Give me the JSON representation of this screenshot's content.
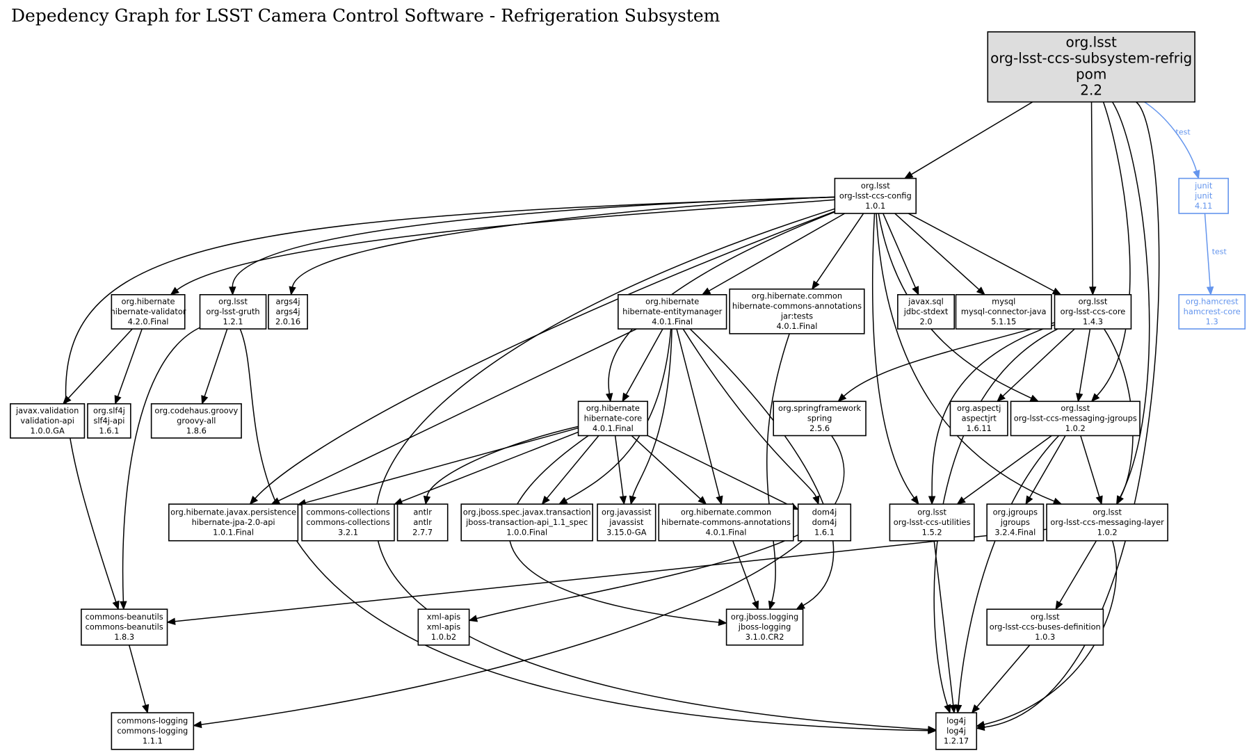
{
  "title": "Depedency Graph for LSST Camera Control Software - Refrigeration Subsystem",
  "colors": {
    "root_fill": "#dddddd",
    "test_scope": "#6495ed",
    "edge": "#000000"
  },
  "nodes": [
    {
      "id": "root",
      "lines": [
        "org.lsst",
        "org-lsst-ccs-subsystem-refrig",
        "pom",
        "2.2"
      ],
      "kind": "root"
    },
    {
      "id": "config",
      "lines": [
        "org.lsst",
        "org-lsst-ccs-config",
        "1.0.1"
      ]
    },
    {
      "id": "junit",
      "lines": [
        "junit",
        "junit",
        "4.11"
      ],
      "kind": "test"
    },
    {
      "id": "hamcrest",
      "lines": [
        "org.hamcrest",
        "hamcrest-core",
        "1.3"
      ],
      "kind": "test"
    },
    {
      "id": "hib-validator",
      "lines": [
        "org.hibernate",
        "hibernate-validator",
        "4.2.0.Final"
      ]
    },
    {
      "id": "gruth",
      "lines": [
        "org.lsst",
        "org-lsst-gruth",
        "1.2.1"
      ]
    },
    {
      "id": "args4j",
      "lines": [
        "args4j",
        "args4j",
        "2.0.16"
      ]
    },
    {
      "id": "hib-em",
      "lines": [
        "org.hibernate",
        "hibernate-entitymanager",
        "4.0.1.Final"
      ]
    },
    {
      "id": "hca-tests",
      "lines": [
        "org.hibernate.common",
        "hibernate-commons-annotations",
        "jar:tests",
        "4.0.1.Final"
      ]
    },
    {
      "id": "jdbc-stdext",
      "lines": [
        "javax.sql",
        "jdbc-stdext",
        "2.0"
      ]
    },
    {
      "id": "mysql",
      "lines": [
        "mysql",
        "mysql-connector-java",
        "5.1.15"
      ]
    },
    {
      "id": "ccs-core",
      "lines": [
        "org.lsst",
        "org-lsst-ccs-core",
        "1.4.3"
      ]
    },
    {
      "id": "validation-api",
      "lines": [
        "javax.validation",
        "validation-api",
        "1.0.0.GA"
      ]
    },
    {
      "id": "slf4j",
      "lines": [
        "org.slf4j",
        "slf4j-api",
        "1.6.1"
      ]
    },
    {
      "id": "groovy",
      "lines": [
        "org.codehaus.groovy",
        "groovy-all",
        "1.8.6"
      ]
    },
    {
      "id": "hib-core",
      "lines": [
        "org.hibernate",
        "hibernate-core",
        "4.0.1.Final"
      ]
    },
    {
      "id": "spring",
      "lines": [
        "org.springframework",
        "spring",
        "2.5.6"
      ]
    },
    {
      "id": "aspectj",
      "lines": [
        "org.aspectj",
        "aspectjrt",
        "1.6.11"
      ]
    },
    {
      "id": "jgroups-msg",
      "lines": [
        "org.lsst",
        "org-lsst-ccs-messaging-jgroups",
        "1.0.2"
      ]
    },
    {
      "id": "jpa",
      "lines": [
        "org.hibernate.javax.persistence",
        "hibernate-jpa-2.0-api",
        "1.0.1.Final"
      ]
    },
    {
      "id": "collections",
      "lines": [
        "commons-collections",
        "commons-collections",
        "3.2.1"
      ]
    },
    {
      "id": "antlr",
      "lines": [
        "antlr",
        "antlr",
        "2.7.7"
      ]
    },
    {
      "id": "jta",
      "lines": [
        "org.jboss.spec.javax.transaction",
        "jboss-transaction-api_1.1_spec",
        "1.0.0.Final"
      ]
    },
    {
      "id": "javassist",
      "lines": [
        "org.javassist",
        "javassist",
        "3.15.0-GA"
      ]
    },
    {
      "id": "hca",
      "lines": [
        "org.hibernate.common",
        "hibernate-commons-annotations",
        "4.0.1.Final"
      ]
    },
    {
      "id": "dom4j",
      "lines": [
        "dom4j",
        "dom4j",
        "1.6.1"
      ]
    },
    {
      "id": "utilities",
      "lines": [
        "org.lsst",
        "org-lsst-ccs-utilities",
        "1.5.2"
      ]
    },
    {
      "id": "jgroups",
      "lines": [
        "org.jgroups",
        "jgroups",
        "3.2.4.Final"
      ]
    },
    {
      "id": "msg-layer",
      "lines": [
        "org.lsst",
        "org-lsst-ccs-messaging-layer",
        "1.0.2"
      ]
    },
    {
      "id": "beanutils",
      "lines": [
        "commons-beanutils",
        "commons-beanutils",
        "1.8.3"
      ]
    },
    {
      "id": "xml-apis",
      "lines": [
        "xml-apis",
        "xml-apis",
        "1.0.b2"
      ]
    },
    {
      "id": "jboss-logging",
      "lines": [
        "org.jboss.logging",
        "jboss-logging",
        "3.1.0.CR2"
      ]
    },
    {
      "id": "buses",
      "lines": [
        "org.lsst",
        "org-lsst-ccs-buses-definition",
        "1.0.3"
      ]
    },
    {
      "id": "commons-logging",
      "lines": [
        "commons-logging",
        "commons-logging",
        "1.1.1"
      ]
    },
    {
      "id": "log4j",
      "lines": [
        "log4j",
        "log4j",
        "1.2.17"
      ]
    }
  ],
  "edges": [
    {
      "from": "root",
      "to": "config"
    },
    {
      "from": "root",
      "to": "ccs-core"
    },
    {
      "from": "root",
      "to": "jgroups-msg"
    },
    {
      "from": "root",
      "to": "msg-layer"
    },
    {
      "from": "root",
      "to": "log4j"
    },
    {
      "from": "root",
      "to": "junit",
      "label": "test",
      "scope": "test"
    },
    {
      "from": "junit",
      "to": "hamcrest",
      "label": "test",
      "scope": "test"
    },
    {
      "from": "config",
      "to": "hib-validator"
    },
    {
      "from": "config",
      "to": "gruth"
    },
    {
      "from": "config",
      "to": "args4j"
    },
    {
      "from": "config",
      "to": "hib-em"
    },
    {
      "from": "config",
      "to": "hca-tests"
    },
    {
      "from": "config",
      "to": "jdbc-stdext"
    },
    {
      "from": "config",
      "to": "mysql"
    },
    {
      "from": "config",
      "to": "ccs-core"
    },
    {
      "from": "config",
      "to": "beanutils"
    },
    {
      "from": "config",
      "to": "jpa"
    },
    {
      "from": "config",
      "to": "hib-core"
    },
    {
      "from": "config",
      "to": "log4j"
    },
    {
      "from": "config",
      "to": "utilities"
    },
    {
      "from": "config",
      "to": "jgroups-msg"
    },
    {
      "from": "config",
      "to": "msg-layer"
    },
    {
      "from": "hib-validator",
      "to": "validation-api"
    },
    {
      "from": "hib-validator",
      "to": "slf4j"
    },
    {
      "from": "gruth",
      "to": "groovy"
    },
    {
      "from": "gruth",
      "to": "beanutils"
    },
    {
      "from": "gruth",
      "to": "log4j"
    },
    {
      "from": "hib-em",
      "to": "hib-core"
    },
    {
      "from": "hib-em",
      "to": "jpa"
    },
    {
      "from": "hib-em",
      "to": "jta"
    },
    {
      "from": "hib-em",
      "to": "javassist"
    },
    {
      "from": "hib-em",
      "to": "hca"
    },
    {
      "from": "hib-em",
      "to": "dom4j"
    },
    {
      "from": "hib-em",
      "to": "jboss-logging"
    },
    {
      "from": "hca-tests",
      "to": "jboss-logging"
    },
    {
      "from": "hib-core",
      "to": "jpa"
    },
    {
      "from": "hib-core",
      "to": "collections"
    },
    {
      "from": "hib-core",
      "to": "antlr"
    },
    {
      "from": "hib-core",
      "to": "jta"
    },
    {
      "from": "hib-core",
      "to": "javassist"
    },
    {
      "from": "hib-core",
      "to": "hca"
    },
    {
      "from": "hib-core",
      "to": "dom4j"
    },
    {
      "from": "hib-core",
      "to": "jboss-logging"
    },
    {
      "from": "hca",
      "to": "jboss-logging"
    },
    {
      "from": "dom4j",
      "to": "xml-apis"
    },
    {
      "from": "ccs-core",
      "to": "spring"
    },
    {
      "from": "ccs-core",
      "to": "aspectj"
    },
    {
      "from": "ccs-core",
      "to": "jgroups-msg"
    },
    {
      "from": "ccs-core",
      "to": "msg-layer"
    },
    {
      "from": "ccs-core",
      "to": "utilities"
    },
    {
      "from": "ccs-core",
      "to": "log4j"
    },
    {
      "from": "spring",
      "to": "commons-logging"
    },
    {
      "from": "jgroups-msg",
      "to": "utilities"
    },
    {
      "from": "jgroups-msg",
      "to": "jgroups"
    },
    {
      "from": "jgroups-msg",
      "to": "msg-layer"
    },
    {
      "from": "jgroups-msg",
      "to": "log4j"
    },
    {
      "from": "msg-layer",
      "to": "beanutils"
    },
    {
      "from": "msg-layer",
      "to": "buses"
    },
    {
      "from": "msg-layer",
      "to": "log4j"
    },
    {
      "from": "utilities",
      "to": "log4j"
    },
    {
      "from": "buses",
      "to": "log4j"
    },
    {
      "from": "beanutils",
      "to": "commons-logging"
    }
  ]
}
